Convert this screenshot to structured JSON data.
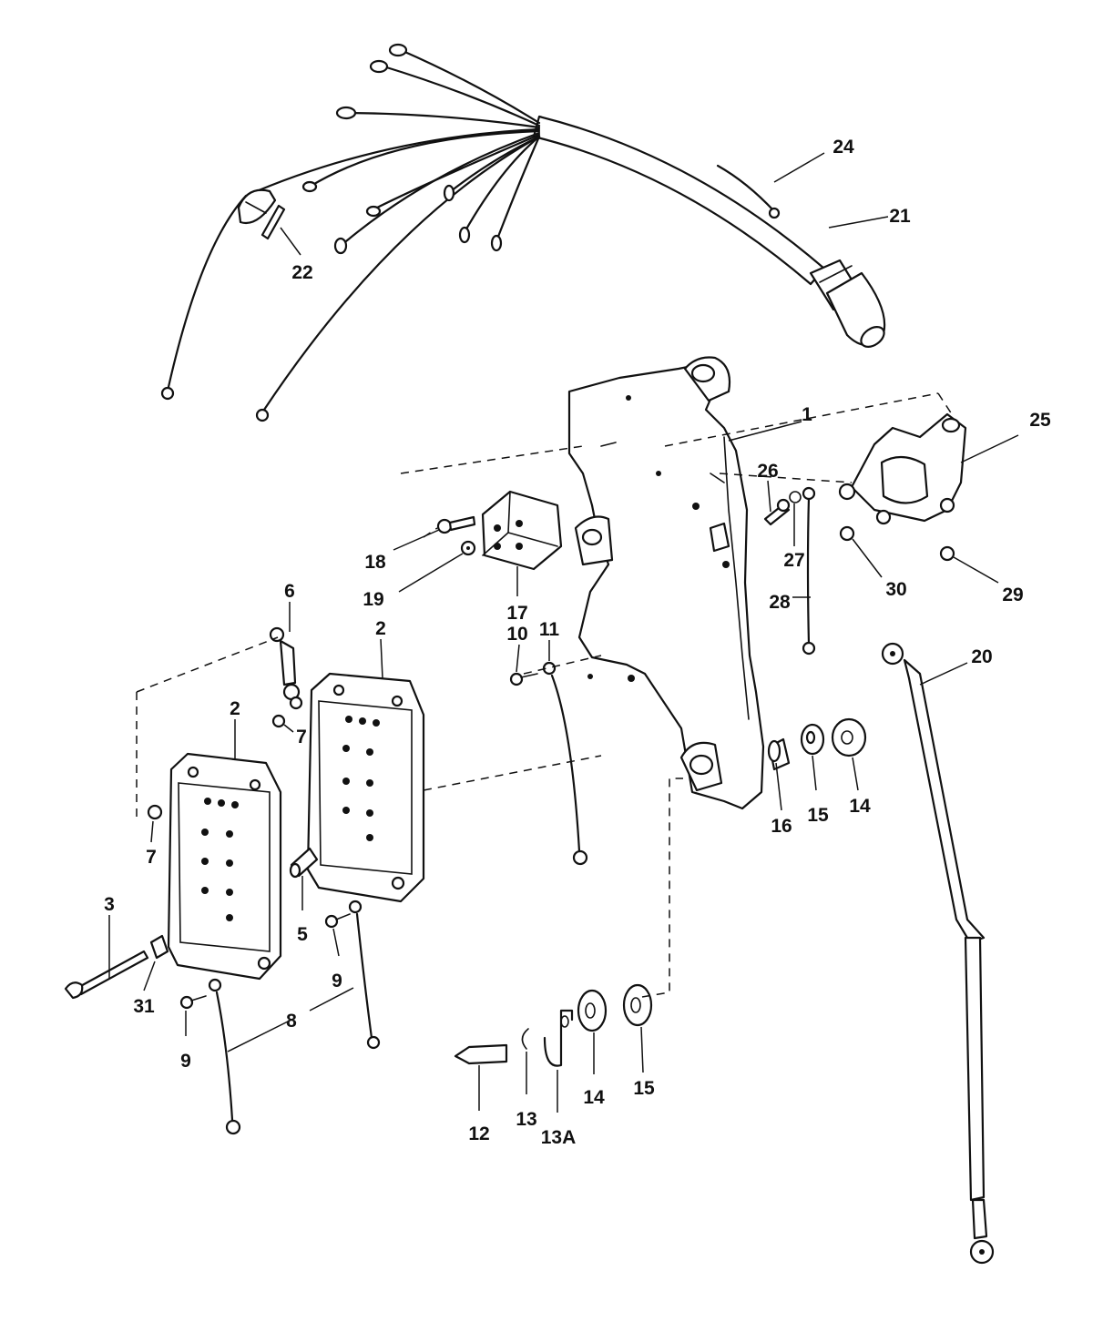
{
  "diagram": {
    "callouts": [
      {
        "id": "1",
        "label": "1"
      },
      {
        "id": "2a",
        "label": "2"
      },
      {
        "id": "2b",
        "label": "2"
      },
      {
        "id": "3",
        "label": "3"
      },
      {
        "id": "5",
        "label": "5"
      },
      {
        "id": "6",
        "label": "6"
      },
      {
        "id": "7a",
        "label": "7"
      },
      {
        "id": "7b",
        "label": "7"
      },
      {
        "id": "8",
        "label": "8"
      },
      {
        "id": "9a",
        "label": "9"
      },
      {
        "id": "9b",
        "label": "9"
      },
      {
        "id": "10",
        "label": "10"
      },
      {
        "id": "11",
        "label": "11"
      },
      {
        "id": "12",
        "label": "12"
      },
      {
        "id": "13",
        "label": "13"
      },
      {
        "id": "13A",
        "label": "13A"
      },
      {
        "id": "14a",
        "label": "14"
      },
      {
        "id": "14b",
        "label": "14"
      },
      {
        "id": "15a",
        "label": "15"
      },
      {
        "id": "15b",
        "label": "15"
      },
      {
        "id": "16",
        "label": "16"
      },
      {
        "id": "17",
        "label": "17"
      },
      {
        "id": "18",
        "label": "18"
      },
      {
        "id": "19",
        "label": "19"
      },
      {
        "id": "20",
        "label": "20"
      },
      {
        "id": "21",
        "label": "21"
      },
      {
        "id": "22",
        "label": "22"
      },
      {
        "id": "24",
        "label": "24"
      },
      {
        "id": "25",
        "label": "25"
      },
      {
        "id": "26",
        "label": "26"
      },
      {
        "id": "27",
        "label": "27"
      },
      {
        "id": "28",
        "label": "28"
      },
      {
        "id": "29",
        "label": "29"
      },
      {
        "id": "30",
        "label": "30"
      },
      {
        "id": "31",
        "label": "31"
      }
    ]
  }
}
